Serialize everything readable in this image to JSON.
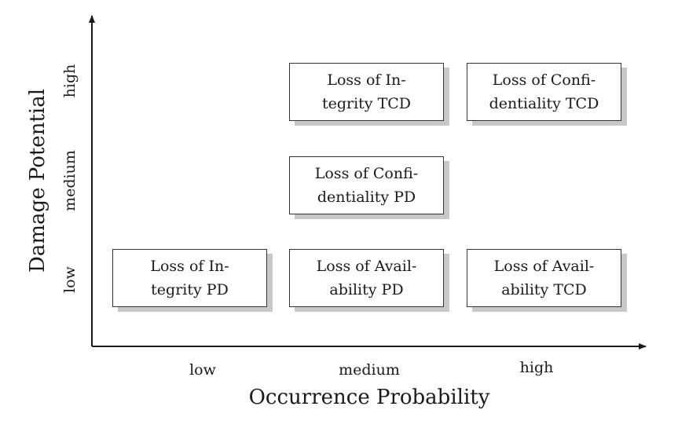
{
  "axes": {
    "x_title": "Occurrence Probability",
    "y_title": "Damage Potential",
    "x_ticks": [
      "low",
      "medium",
      "high"
    ],
    "y_ticks": [
      "low",
      "medium",
      "high"
    ]
  },
  "boxes": [
    {
      "id": "integrity-pd",
      "occurrence": "low",
      "damage": "low",
      "line1": "Loss of In-",
      "line2": "tegrity PD"
    },
    {
      "id": "availability-pd",
      "occurrence": "medium",
      "damage": "low",
      "line1": "Loss of Avail-",
      "line2": "ability PD"
    },
    {
      "id": "availability-tcd",
      "occurrence": "high",
      "damage": "low",
      "line1": "Loss of Avail-",
      "line2": "ability TCD"
    },
    {
      "id": "confidentiality-pd",
      "occurrence": "medium",
      "damage": "medium",
      "line1": "Loss of Confi-",
      "line2": "dentiality PD"
    },
    {
      "id": "integrity-tcd",
      "occurrence": "medium",
      "damage": "high",
      "line1": "Loss of In-",
      "line2": "tegrity TCD"
    },
    {
      "id": "confidentiality-tcd",
      "occurrence": "high",
      "damage": "high",
      "line1": "Loss of Confi-",
      "line2": "dentiality TCD"
    }
  ],
  "colors": {
    "line": "#1a1a1a",
    "shadow": "#c8c8c8",
    "border": "#333333"
  }
}
